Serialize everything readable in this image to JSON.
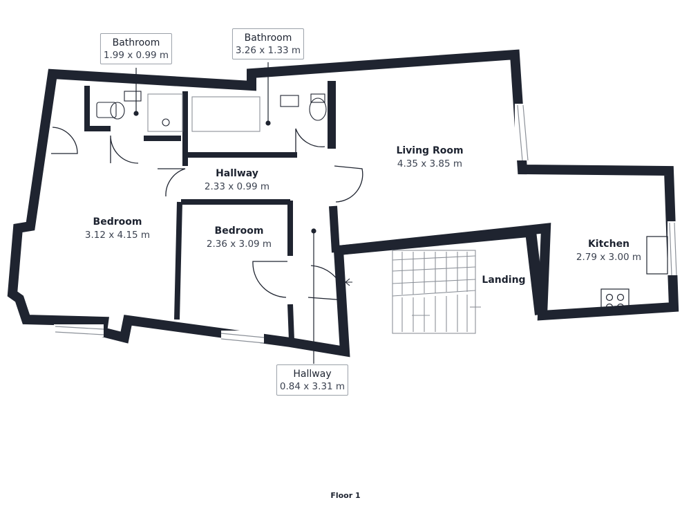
{
  "plan": {
    "wall_color": "#1f2430",
    "fixture_color": "#8b9098",
    "floor_label": "Floor 1"
  },
  "rooms": {
    "bedroom_large": {
      "name": "Bedroom",
      "dims": "3.12 x 4.15 m"
    },
    "bedroom_small": {
      "name": "Bedroom",
      "dims": "2.36 x 3.09 m"
    },
    "hallway_upper": {
      "name": "Hallway",
      "dims": "2.33 x 0.99 m"
    },
    "living_room": {
      "name": "Living Room",
      "dims": "4.35 x 3.85 m"
    },
    "kitchen": {
      "name": "Kitchen",
      "dims": "2.79 x 3.00 m"
    },
    "landing": {
      "name": "Landing"
    }
  },
  "callouts": {
    "bathroom_small": {
      "name": "Bathroom",
      "dims": "1.99 x 0.99 m"
    },
    "bathroom_main": {
      "name": "Bathroom",
      "dims": "3.26 x 1.33 m"
    },
    "hallway_lower": {
      "name": "Hallway",
      "dims": "0.84 x 3.31 m"
    }
  }
}
